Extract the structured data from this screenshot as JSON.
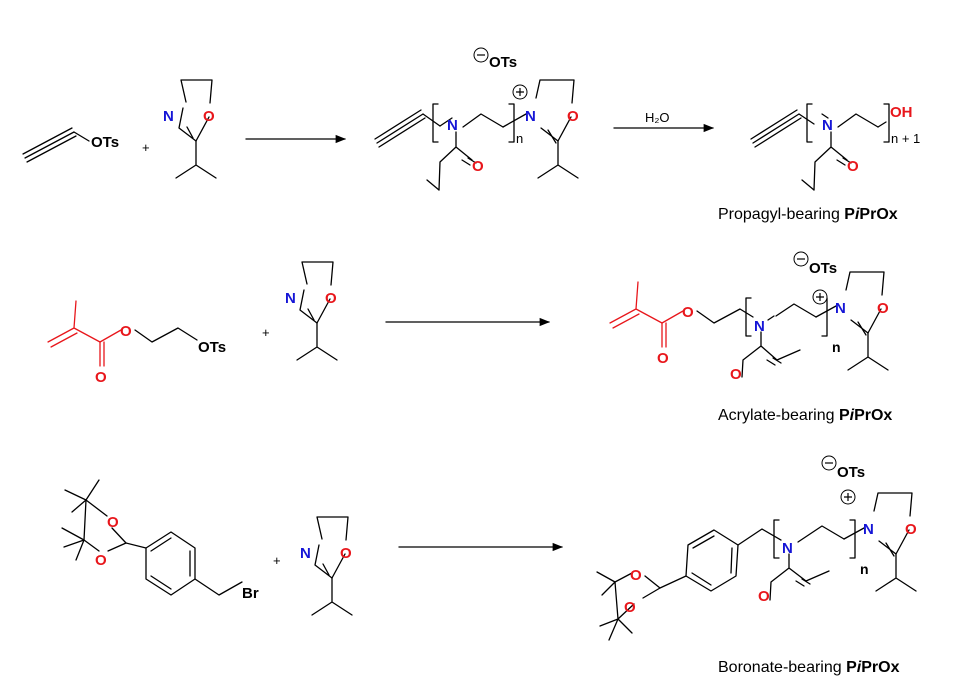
{
  "atoms": {
    "O": "O",
    "N": "N",
    "OTs": "OTs",
    "OH": "OH",
    "Br": "Br"
  },
  "labels": {
    "plus": "+",
    "water": "H₂O",
    "n": "n",
    "n_plus_1": "n + 1"
  },
  "captions": [
    {
      "prefix": "Propagyl-bearing ",
      "p": "P",
      "i": "i",
      "prox": "PrOx"
    },
    {
      "prefix": "Acrylate-bearing ",
      "p": "P",
      "i": "i",
      "prox": "PrOx"
    },
    {
      "prefix": "Boronate-bearing ",
      "p": "P",
      "i": "i",
      "prox": "PrOx"
    }
  ],
  "colors": {
    "nitrogen": "#1515d6",
    "oxygen": "#e8161b",
    "acrylate_fragment": "#e8161b",
    "bonds": "#000000"
  }
}
